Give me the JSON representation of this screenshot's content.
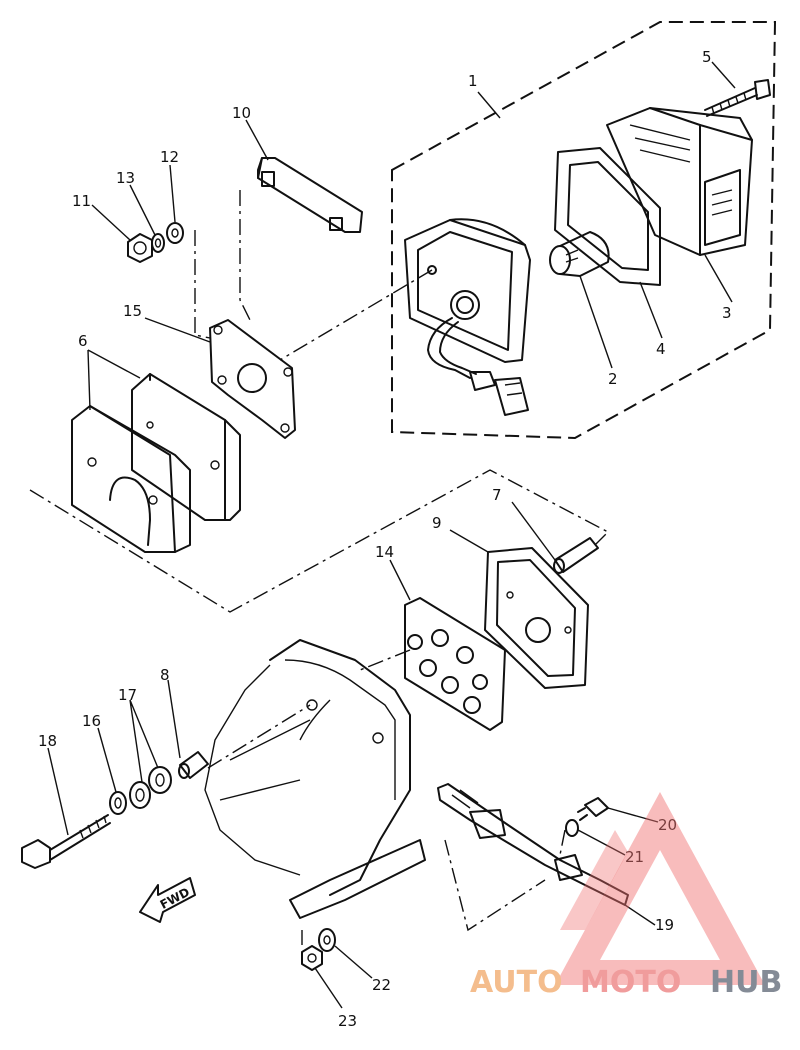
{
  "diagram": {
    "callouts": [
      {
        "id": "1",
        "label": "1"
      },
      {
        "id": "2",
        "label": "2"
      },
      {
        "id": "3",
        "label": "3"
      },
      {
        "id": "4",
        "label": "4"
      },
      {
        "id": "5",
        "label": "5"
      },
      {
        "id": "6",
        "label": "6"
      },
      {
        "id": "7",
        "label": "7"
      },
      {
        "id": "8",
        "label": "8"
      },
      {
        "id": "9",
        "label": "9"
      },
      {
        "id": "10",
        "label": "10"
      },
      {
        "id": "11",
        "label": "11"
      },
      {
        "id": "12",
        "label": "12"
      },
      {
        "id": "13",
        "label": "13"
      },
      {
        "id": "14",
        "label": "14"
      },
      {
        "id": "15",
        "label": "15"
      },
      {
        "id": "16",
        "label": "16"
      },
      {
        "id": "17",
        "label": "17"
      },
      {
        "id": "18",
        "label": "18"
      },
      {
        "id": "19",
        "label": "19"
      },
      {
        "id": "20",
        "label": "20"
      },
      {
        "id": "21",
        "label": "21"
      },
      {
        "id": "22",
        "label": "22"
      },
      {
        "id": "23",
        "label": "23"
      }
    ],
    "direction_marker": "FWD",
    "watermark": {
      "part1": "AUTO",
      "part2": "MOTO",
      "part3": "HUB"
    },
    "colors": {
      "line": "#111111",
      "watermark_orange": "#f3b27a",
      "watermark_red": "#ee8b8b",
      "watermark_gray": "#6f7784",
      "triangle": "#ef6f6f"
    }
  }
}
